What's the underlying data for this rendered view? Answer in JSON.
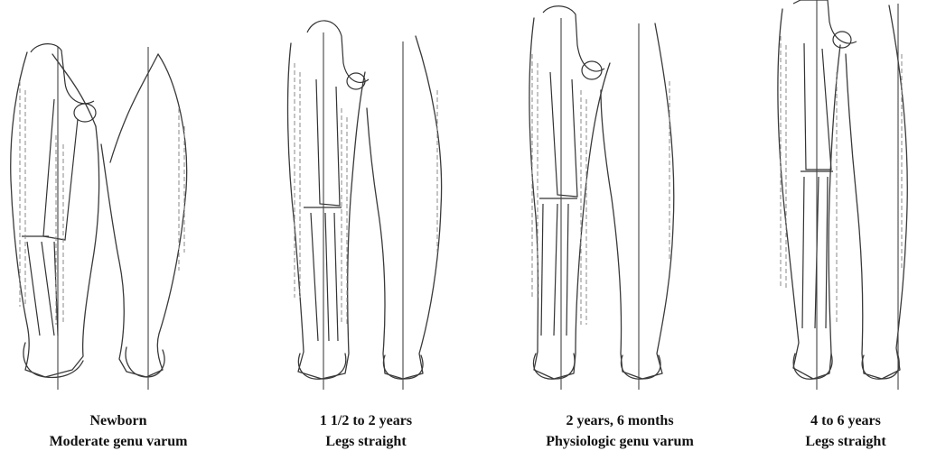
{
  "stages": [
    {
      "age": "Newborn",
      "description": "Moderate genu varum"
    },
    {
      "age": "1 1/2 to 2 years",
      "description": "Legs straight"
    },
    {
      "age": "2 years, 6 months",
      "description": "Physiologic genu varum"
    },
    {
      "age": "4 to 6 years",
      "description": "Legs straight"
    }
  ]
}
